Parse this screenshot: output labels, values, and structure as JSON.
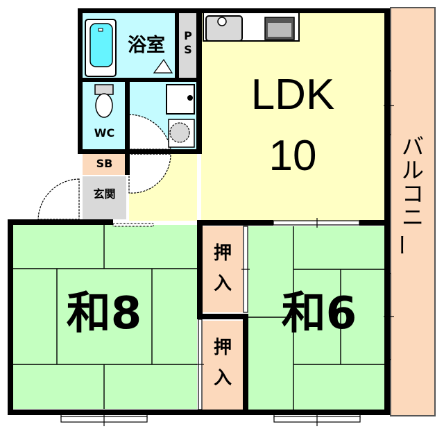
{
  "floorplan": {
    "layout": "2LDK",
    "rooms": {
      "bath": {
        "label": "浴室",
        "color": "#c4fbff"
      },
      "ps": {
        "label_top": "P",
        "label_bottom": "S",
        "color": "#d9d9d9"
      },
      "wc": {
        "label": "WC",
        "color": "#c4fbff"
      },
      "sb": {
        "label": "SB",
        "color": "#fcd9bc"
      },
      "entrance": {
        "label": "玄関",
        "color": "#d9d9d9"
      },
      "ldk": {
        "label": "LDK",
        "size": "10",
        "color": "#ffffc4"
      },
      "washroom": {
        "color": "#c4fbff"
      },
      "japanese_8": {
        "label": "和8",
        "color": "#c4ffc0"
      },
      "japanese_6": {
        "label": "和6",
        "color": "#c4ffc0"
      },
      "closet_upper": {
        "label_top": "押",
        "label_bottom": "入",
        "color": "#fcd9bc"
      },
      "closet_lower": {
        "label_top": "押",
        "label_bottom": "入",
        "color": "#fcd9bc"
      },
      "balcony": {
        "label_chars": [
          "バ",
          "ル",
          "コ",
          "ニ",
          "ー"
        ],
        "color": "#fcd9bc"
      }
    },
    "fixtures": [
      "bathtub-icon",
      "toilet-icon",
      "sink-icon",
      "washing-machine-icon",
      "kitchen-sink-icon",
      "stove-icon"
    ]
  }
}
